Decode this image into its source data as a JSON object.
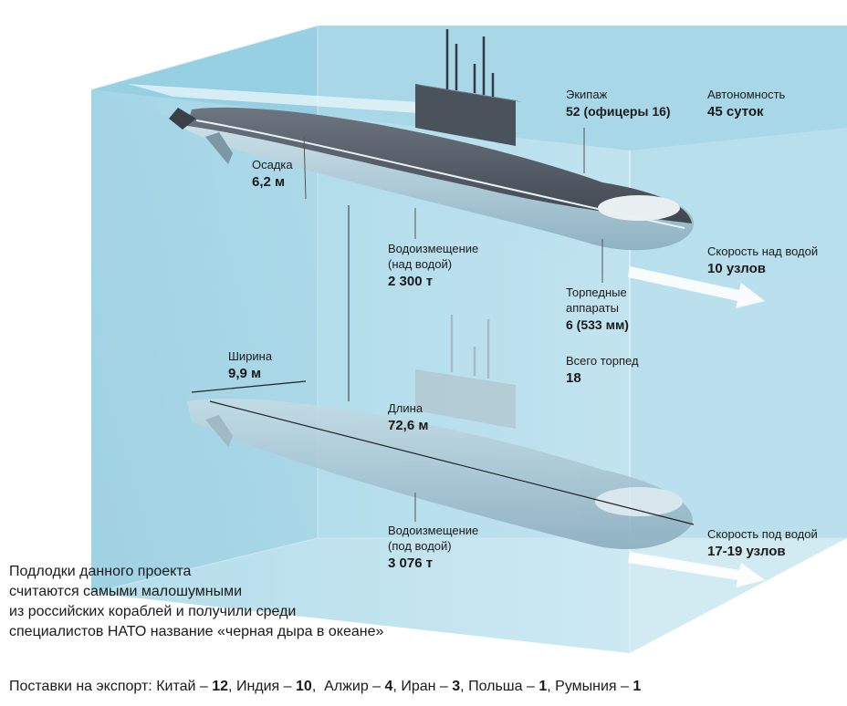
{
  "colors": {
    "water_back": "#7ec1d8",
    "water_front": "#a9d8e8",
    "hull_dark": "#5b6470",
    "hull_light": "#b7cdd6",
    "arrow": "#ffffff"
  },
  "labels": {
    "crew": {
      "title": "Экипаж",
      "value": "52 (офицеры 16)"
    },
    "autonomy": {
      "title": "Автономность",
      "value": "45 суток"
    },
    "draft": {
      "title": "Осадка",
      "value": "6,2 м"
    },
    "displacement_surface": {
      "title": "Водоизмещение",
      "subtitle": "(над водой)",
      "value": "2 300 т"
    },
    "speed_surface": {
      "title": "Скорость над водой",
      "value": "10 узлов"
    },
    "torpedo_tubes": {
      "title_1": "Торпедные",
      "title_2": "аппараты",
      "value": "6 (533 мм)"
    },
    "total_torpedoes": {
      "title": "Всего торпед",
      "value": "18"
    },
    "width": {
      "title": "Ширина",
      "value": "9,9 м"
    },
    "length": {
      "title": "Длина",
      "value": "72,6 м"
    },
    "displacement_submerged": {
      "title": "Водоизмещение",
      "subtitle": "(под водой)",
      "value": "3 076 т"
    },
    "speed_submerged": {
      "title": "Скорость под водой",
      "value": "17-19 узлов"
    }
  },
  "note": {
    "line_1": "Подлодки данного проекта",
    "line_2": "считаются самыми малошумными",
    "line_3": "из российских кораблей и получили среди",
    "line_4": "специалистов НАТО название «черная дыра в океане»"
  },
  "export": {
    "prefix": "Поставки на экспорт:",
    "items": [
      {
        "country": "Китай",
        "count": "12"
      },
      {
        "country": "Индия",
        "count": "10"
      },
      {
        "country": "Алжир",
        "count": "4"
      },
      {
        "country": "Иран",
        "count": "3"
      },
      {
        "country": "Польша",
        "count": "1"
      },
      {
        "country": "Румыния",
        "count": "1"
      }
    ]
  }
}
